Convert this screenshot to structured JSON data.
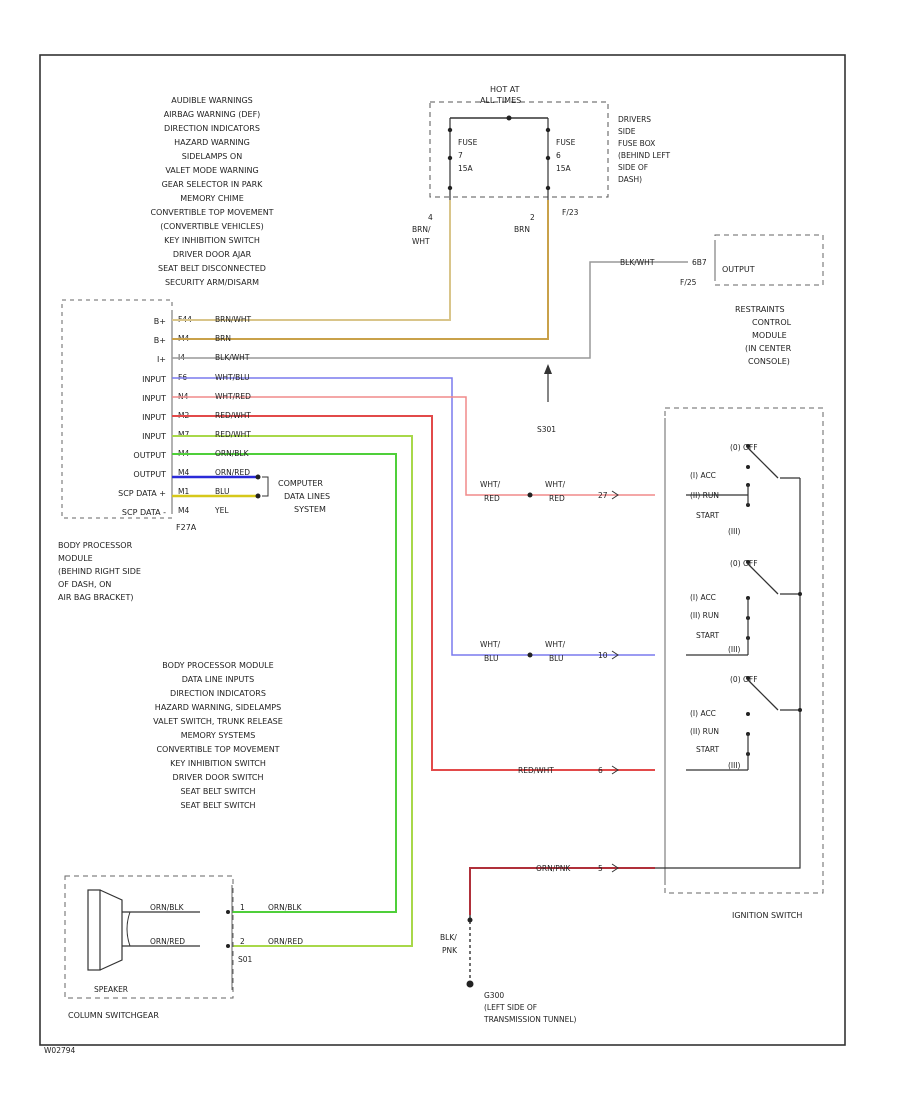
{
  "top_fuse_box": {
    "header": [
      "HOT AT",
      "ALL TIMES"
    ],
    "fuse_left": [
      "FUSE",
      "7",
      "15A"
    ],
    "fuse_right": [
      "FUSE",
      "6",
      "15A"
    ],
    "location": [
      "DRIVERS",
      "SIDE",
      "FUSE BOX",
      "(BEHIND LEFT",
      "SIDE OF",
      "DASH)"
    ],
    "connector": "F/23",
    "pin_left": [
      "4",
      "BRN/",
      "WHT"
    ],
    "pin_right": [
      "2",
      "BRN"
    ]
  },
  "warnings_list": [
    "AUDIBLE WARNINGS",
    "AIRBAG WARNING (DEF)",
    "DIRECTION INDICATORS",
    "HAZARD WARNING",
    "SIDELAMPS ON",
    "VALET MODE WARNING",
    "GEAR SELECTOR IN PARK",
    "MEMORY CHIME",
    "CONVERTIBLE TOP MOVEMENT",
    "(CONVERTIBLE VEHICLES)",
    "KEY INHIBITION SWITCH",
    "DRIVER DOOR AJAR",
    "SEAT BELT DISCONNECTED",
    "SECURITY ARM/DISARM"
  ],
  "bpm": {
    "pins": [
      "B+",
      "B+",
      "I+",
      "INPUT",
      "INPUT",
      "INPUT",
      "INPUT",
      "OUTPUT",
      "OUTPUT",
      "SCP DATA +",
      "SCP DATA -"
    ],
    "cavities": [
      "F44",
      "M4",
      "I4",
      "F6",
      "N4",
      "M2",
      "M7",
      "M4",
      "M4",
      "M1",
      "M4"
    ],
    "wires": [
      "BRN/WHT",
      "BRN",
      "BLK/WHT",
      "WHT/BLU",
      "WHT/RED",
      "RED/WHT",
      "RED/WHT",
      "ORN/BLK",
      "ORN/RED",
      "BLU",
      "YEL"
    ],
    "connector": "F27A",
    "label": [
      "BODY PROCESSOR",
      "MODULE",
      "(BEHIND RIGHT SIDE",
      "OF DASH, ON",
      "AIR BAG BRACKET)"
    ]
  },
  "computer_data": [
    "COMPUTER",
    "DATA LINES",
    "SYSTEM"
  ],
  "restraints": {
    "wire": "BLK/WHT",
    "pin": "6B7",
    "connector": "F/25",
    "output": "OUTPUT",
    "label": [
      "RESTRAINTS",
      "CONTROL",
      "MODULE",
      "(IN CENTER",
      "CONSOLE)"
    ],
    "splice": "S301"
  },
  "data_inputs": [
    "BODY PROCESSOR MODULE",
    "DATA LINE INPUTS",
    "DIRECTION INDICATORS",
    "HAZARD WARNING, SIDELAMPS",
    "VALET SWITCH, TRUNK RELEASE",
    "MEMORY SYSTEMS",
    "CONVERTIBLE TOP MOVEMENT",
    "KEY INHIBITION SWITCH",
    "DRIVER DOOR SWITCH",
    "SEAT BELT SWITCH",
    "SEAT BELT SWITCH"
  ],
  "ignition": {
    "label": "IGNITION SWITCH",
    "positions": [
      "(0) OFF",
      "(I) ACC",
      "(II) RUN",
      "START",
      "(III)"
    ],
    "wire_a": [
      "WHT/",
      "RED"
    ],
    "wire_a_right": [
      "WHT/",
      "RED"
    ],
    "pin_a": "27",
    "wire_b": [
      "WHT/",
      "BLU"
    ],
    "wire_b_right": [
      "WHT/",
      "BLU"
    ],
    "pin_b": "10",
    "wire_c": "RED/WHT",
    "pin_c": "6",
    "wire_d": "ORN/PNK",
    "pin_d": "5"
  },
  "ground": {
    "wire": [
      "BLK/",
      "PNK"
    ],
    "label": [
      "G300",
      "(LEFT SIDE OF",
      "TRANSMISSION TUNNEL)"
    ]
  },
  "speaker": {
    "label": "SPEAKER",
    "wire_in_top": "ORN/BLK",
    "wire_in_bottom": "ORN/RED",
    "pin_top": "1",
    "pin_bottom": "2",
    "wire_out_top": "ORN/BLK",
    "wire_out_bottom": "ORN/RED",
    "connector": "S01",
    "location": "COLUMN SWITCHGEAR"
  },
  "footer_code": "W02794"
}
